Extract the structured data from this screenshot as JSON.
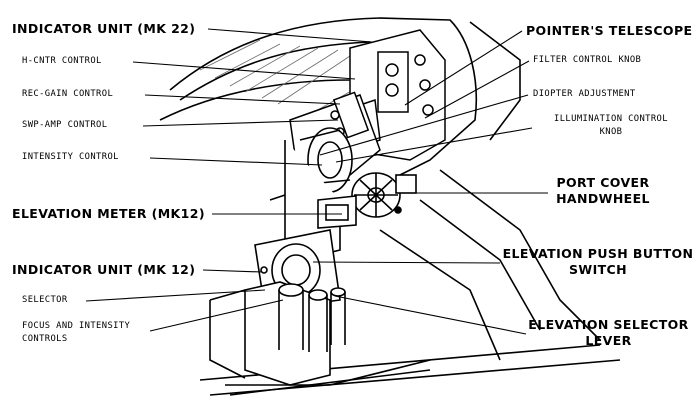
{
  "left_labels": {
    "indicator_mk22": "INDICATOR UNIT  (MK 22)",
    "h_cntr": "H-CNTR CONTROL",
    "rec_gain": "REC-GAIN CONTROL",
    "swp_amp": "SWP-AMP CONTROL",
    "intensity": "INTENSITY CONTROL",
    "elevation_meter": "ELEVATION METER (MK12)",
    "indicator_mk12": "INDICATOR UNIT (MK 12)",
    "selector": "SELECTOR",
    "focus_line1": "FOCUS AND INTENSITY",
    "focus_line2": "CONTROLS"
  },
  "right_labels": {
    "pointers_telescope": "POINTER'S TELESCOPE",
    "filter_control": "FILTER CONTROL KNOB",
    "diopter": "DIOPTER ADJUSTMENT",
    "illumination_line1": "ILLUMINATION CONTROL",
    "illumination_line2": "KNOB",
    "port_cover_line1": "PORT COVER",
    "port_cover_line2": "HANDWHEEL",
    "elev_push_line1": "ELEVATION PUSH BUTTON",
    "elev_push_line2": "SWITCH",
    "elev_selector_line1": "ELEVATION SELECTOR",
    "elev_selector_line2": "LEVER"
  },
  "colors": {
    "ink": "#000000",
    "paper": "#ffffff",
    "shade": "#6b6b6b"
  }
}
